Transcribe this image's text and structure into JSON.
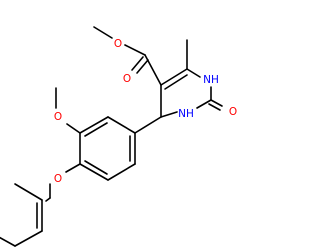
{
  "structure": {
    "atoms": {
      "ester_carbonyl_o": {
        "text": "O",
        "color": "#ff0000"
      },
      "ester_ether_o": {
        "text": "O",
        "color": "#ff0000"
      },
      "ring_n1": {
        "text": "NH",
        "color": "#0000ff"
      },
      "ring_n3": {
        "text": "NH",
        "color": "#0000ff"
      },
      "urea_o": {
        "text": "O",
        "color": "#ff0000"
      },
      "methoxy_o": {
        "text": "O",
        "color": "#ff0000"
      },
      "benzyloxy_o": {
        "text": "O",
        "color": "#ff0000"
      }
    }
  }
}
